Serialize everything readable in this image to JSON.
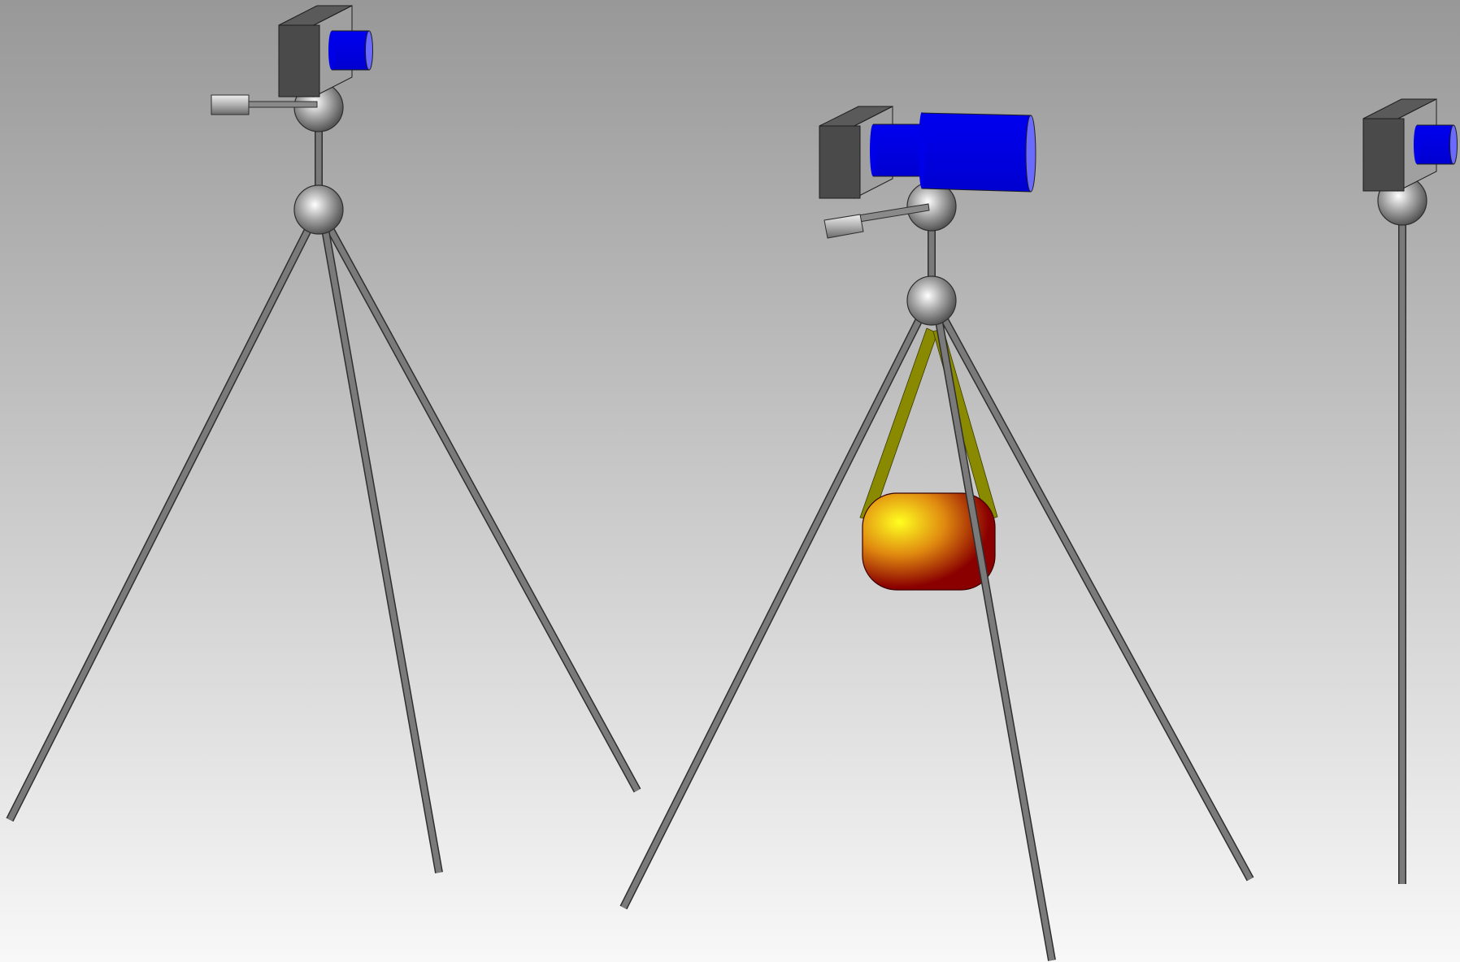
{
  "colors": {
    "background_top": "#989898",
    "background_bottom": "#f8f8f8",
    "leg": "#7a7a7a",
    "leg_stroke": "#2e2e2e",
    "camera_body_front": "#4a4a4a",
    "camera_body_top": "#5a5a5a",
    "camera_body_side": "#a0a0a0",
    "lens": "#0000ee",
    "lens_face": "#6a6aff",
    "strap": "#8a8a00",
    "bag_light": "#ffff20",
    "bag_mid": "#e08a10",
    "bag_dark": "#8a0000",
    "ball_light": "#ffffff",
    "ball_dark": "#555555"
  },
  "objects": [
    {
      "name": "tripod-with-small-camera",
      "camera": "small",
      "handle": true,
      "bag": false
    },
    {
      "name": "tripod-with-large-camera-and-bag",
      "camera": "large",
      "handle": true,
      "bag": true
    },
    {
      "name": "monopod-with-small-camera",
      "camera": "small",
      "handle": false,
      "bag": false
    }
  ],
  "icons": [
    "camera-icon",
    "tripod-icon",
    "monopod-icon",
    "camera-bag-icon"
  ]
}
